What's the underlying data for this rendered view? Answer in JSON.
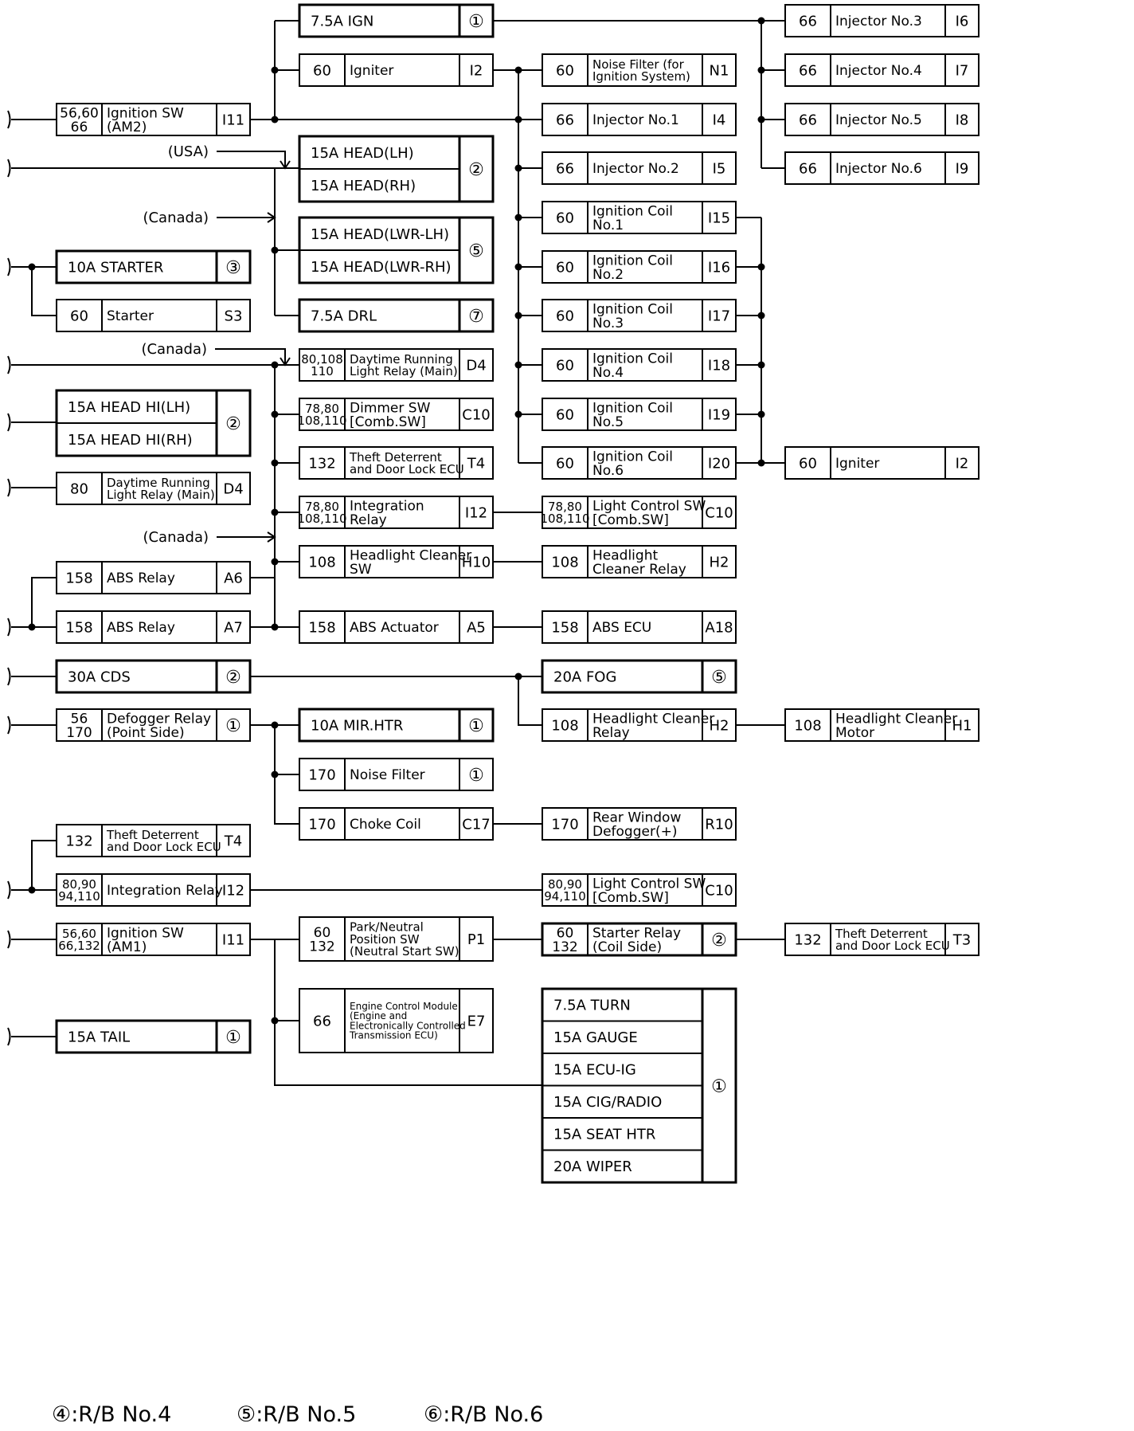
{
  "diagram": {
    "boxes": [
      {
        "id": "b1",
        "cells": [
          "7.5A IGN"
        ],
        "badge": "①"
      },
      {
        "id": "b2",
        "cells": [
          "60",
          "Igniter"
        ],
        "code": "I2"
      },
      {
        "id": "b3",
        "cells": [
          "56,60\n66",
          "Ignition SW\n(AM2)"
        ],
        "code": "I11"
      },
      {
        "id": "b4",
        "rows": [
          "15A HEAD(LH)",
          "15A HEAD(RH)"
        ],
        "badge": "②"
      },
      {
        "id": "b5",
        "rows": [
          "15A HEAD(LWR-LH)",
          "15A HEAD(LWR-RH)"
        ],
        "badge": "⑤"
      },
      {
        "id": "b6",
        "cells": [
          "10A STARTER"
        ],
        "badge": "③"
      },
      {
        "id": "b7",
        "cells": [
          "60",
          "Starter"
        ],
        "code": "S3"
      },
      {
        "id": "b8",
        "cells": [
          "7.5A DRL"
        ],
        "badge": "⑦"
      },
      {
        "id": "b9",
        "cells": [
          "80,108\n110",
          "Daytime Running\nLight Relay (Main)"
        ],
        "code": "D4"
      },
      {
        "id": "b10",
        "rows": [
          "15A HEAD HI(LH)",
          "15A HEAD HI(RH)"
        ],
        "badge": "②"
      },
      {
        "id": "b11",
        "cells": [
          "78,80\n108,110",
          "Dimmer SW\n[Comb.SW]"
        ],
        "code": "C10"
      },
      {
        "id": "b12",
        "cells": [
          "132",
          "Theft Deterrent\nand Door Lock ECU"
        ],
        "code": "T4"
      },
      {
        "id": "b13",
        "cells": [
          "80",
          "Daytime Running\nLight Relay (Main)"
        ],
        "code": "D4"
      },
      {
        "id": "b14",
        "cells": [
          "78,80\n108,110",
          "Integration\nRelay"
        ],
        "code": "I12"
      },
      {
        "id": "b15",
        "cells": [
          "108",
          "Headlight Cleaner\nSW"
        ],
        "code": "H10"
      },
      {
        "id": "b16",
        "cells": [
          "158",
          "ABS Relay"
        ],
        "code": "A6"
      },
      {
        "id": "b17",
        "cells": [
          "158",
          "ABS Relay"
        ],
        "code": "A7"
      },
      {
        "id": "b18",
        "cells": [
          "158",
          "ABS Actuator"
        ],
        "code": "A5"
      },
      {
        "id": "b19",
        "cells": [
          "30A CDS"
        ],
        "badge": "②"
      },
      {
        "id": "b20",
        "cells": [
          "56\n170",
          "Defogger Relay\n(Point Side)"
        ],
        "badge": "①"
      },
      {
        "id": "b21",
        "cells": [
          "10A MIR.HTR"
        ],
        "badge": "①"
      },
      {
        "id": "b22",
        "cells": [
          "170",
          "Noise Filter"
        ],
        "badge": "①"
      },
      {
        "id": "b23",
        "cells": [
          "170",
          "Choke Coil"
        ],
        "code": "C17"
      },
      {
        "id": "b24",
        "cells": [
          "132",
          "Theft Deterrent\nand Door Lock ECU"
        ],
        "code": "T4"
      },
      {
        "id": "b25",
        "cells": [
          "80,90\n94,110",
          "Integration Relay"
        ],
        "code": "I12"
      },
      {
        "id": "b26",
        "cells": [
          "56,60\n66,132",
          "Ignition SW\n(AM1)"
        ],
        "code": "I11"
      },
      {
        "id": "b27",
        "cells": [
          "60\n132",
          "Park/Neutral\nPosition SW\n(Neutral Start SW)"
        ],
        "code": "P1"
      },
      {
        "id": "b28",
        "cells": [
          "66",
          "Engine Control Module\n(Engine and\nElectronically Controlled\nTransmission ECU)"
        ],
        "code": "E7"
      },
      {
        "id": "b29",
        "cells": [
          "15A TAIL"
        ],
        "badge": "①"
      },
      {
        "id": "b30",
        "cells": [
          "60",
          "Noise Filter (for\nIgnition System)"
        ],
        "code": "N1"
      },
      {
        "id": "b31",
        "cells": [
          "66",
          "Injector No.1"
        ],
        "code": "I4"
      },
      {
        "id": "b32",
        "cells": [
          "66",
          "Injector No.2"
        ],
        "code": "I5"
      },
      {
        "id": "b33",
        "cells": [
          "60",
          "Ignition Coil\nNo.1"
        ],
        "code": "I15"
      },
      {
        "id": "b34",
        "cells": [
          "60",
          "Ignition Coil\nNo.2"
        ],
        "code": "I16"
      },
      {
        "id": "b35",
        "cells": [
          "60",
          "Ignition Coil\nNo.3"
        ],
        "code": "I17"
      },
      {
        "id": "b36",
        "cells": [
          "60",
          "Ignition Coil\nNo.4"
        ],
        "code": "I18"
      },
      {
        "id": "b37",
        "cells": [
          "60",
          "Ignition Coil\nNo.5"
        ],
        "code": "I19"
      },
      {
        "id": "b38",
        "cells": [
          "60",
          "Ignition Coil\nNo.6"
        ],
        "code": "I20"
      },
      {
        "id": "b39",
        "cells": [
          "78,80\n108,110",
          "Light Control SW\n[Comb.SW]"
        ],
        "code": "C10"
      },
      {
        "id": "b40",
        "cells": [
          "108",
          "Headlight\nCleaner Relay"
        ],
        "code": "H2"
      },
      {
        "id": "b41",
        "cells": [
          "158",
          "ABS ECU"
        ],
        "code": "A18"
      },
      {
        "id": "b42",
        "cells": [
          "20A FOG"
        ],
        "badge": "⑤"
      },
      {
        "id": "b43",
        "cells": [
          "108",
          "Headlight Cleaner\nRelay"
        ],
        "code": "H2"
      },
      {
        "id": "b44",
        "cells": [
          "170",
          "Rear Window\nDefogger(+)"
        ],
        "code": "R10"
      },
      {
        "id": "b45",
        "cells": [
          "80,90\n94,110",
          "Light Control SW\n[Comb.SW]"
        ],
        "code": "C10"
      },
      {
        "id": "b46",
        "cells": [
          "60\n132",
          "Starter Relay\n(Coil Side)"
        ],
        "badge": "②"
      },
      {
        "id": "b47",
        "rows": [
          "7.5A TURN",
          "15A GAUGE",
          "15A ECU-IG",
          "15A CIG/RADIO",
          "15A SEAT HTR",
          "20A WIPER"
        ],
        "badge": "①"
      },
      {
        "id": "b48",
        "cells": [
          "66",
          "Injector No.3"
        ],
        "code": "I6"
      },
      {
        "id": "b49",
        "cells": [
          "66",
          "Injector No.4"
        ],
        "code": "I7"
      },
      {
        "id": "b50",
        "cells": [
          "66",
          "Injector No.5"
        ],
        "code": "I8"
      },
      {
        "id": "b51",
        "cells": [
          "66",
          "Injector No.6"
        ],
        "code": "I9"
      },
      {
        "id": "b52",
        "cells": [
          "60",
          "Igniter"
        ],
        "code": "I2"
      },
      {
        "id": "b53",
        "cells": [
          "108",
          "Headlight Cleaner\nMotor"
        ],
        "code": "H1"
      },
      {
        "id": "b54",
        "cells": [
          "132",
          "Theft Deterrent\nand Door Lock ECU"
        ],
        "code": "T3"
      }
    ],
    "notes": [
      {
        "id": "n1",
        "text": "(USA)"
      },
      {
        "id": "n2",
        "text": "(Canada)"
      },
      {
        "id": "n3",
        "text": "(Canada)"
      },
      {
        "id": "n4",
        "text": "(Canada)"
      }
    ]
  },
  "legend": {
    "rb4": "④:R/B  No.4",
    "rb5": "⑤:R/B  No.5",
    "rb6": "⑥:R/B  No.6"
  }
}
